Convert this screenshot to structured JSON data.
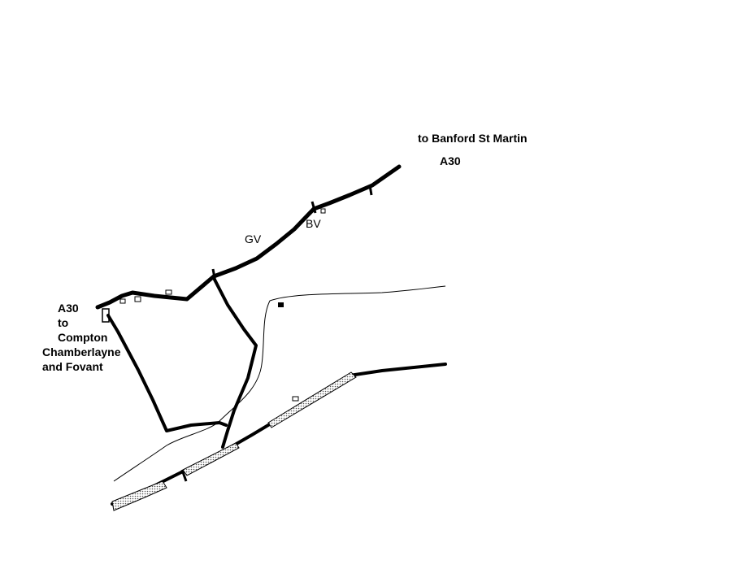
{
  "labels": {
    "to_banford": "to Banford St Martin",
    "a30_east": "A30",
    "gv": "GV",
    "bv": "BV",
    "a30_west": "A30",
    "west_to": "to",
    "west_compton": "Compton",
    "west_chamberlayne": "Chamberlayne",
    "west_and_fovant": "and Fovant"
  },
  "colors": {
    "road": "#000000",
    "railway_fill": "#d6d6d6",
    "background": "#ffffff"
  }
}
